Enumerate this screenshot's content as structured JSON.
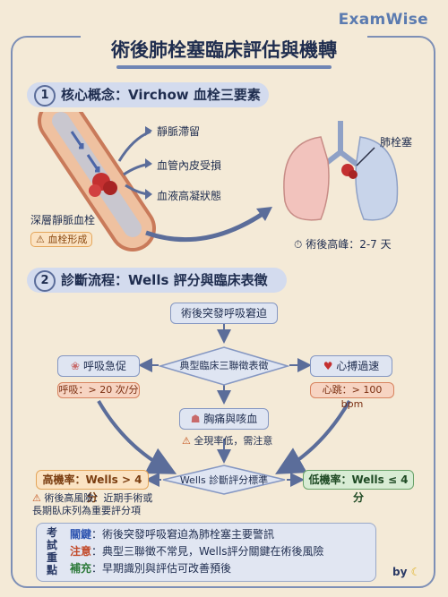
{
  "brand": "ExamWise",
  "title": "術後肺栓塞臨床評估與機轉",
  "section1": {
    "num": "1",
    "label": "核心概念：Virchow 血栓三要素"
  },
  "virchow": [
    "靜脈滯留",
    "血管內皮受損",
    "血液高凝狀態"
  ],
  "dvt_label": "深層靜脈血栓",
  "clot_badge": "血栓形成",
  "pe_label": "肺栓塞",
  "peak_label": "術後高峰：2-7 天",
  "section2": {
    "num": "2",
    "label": "診斷流程：Wells 評分與臨床表徵"
  },
  "flow": {
    "start": "術後突發呼吸窘迫",
    "triad": "典型臨床三聯徵表徵",
    "dyspnea": "呼吸急促",
    "dyspnea_val": "呼吸：> 20 次/分",
    "tachy": "心搏過速",
    "tachy_val": "心跳：> 100 bpm",
    "chest": "胸痛與咳血",
    "chest_note": "全現率低，需注意",
    "wells": "Wells 診斷評分標準",
    "high": "高機率：Wells > 4 分",
    "low": "低機率：Wells ≤ 4 分",
    "risk_note_1": "術後高風險：近期手術或",
    "risk_note_2": "長期臥床列為重要評分項"
  },
  "footer": {
    "side": [
      "考",
      "試",
      "重",
      "點"
    ],
    "lines": [
      {
        "key": "關鍵",
        "text": "：術後突發呼吸窘迫為肺栓塞主要警訊"
      },
      {
        "key": "注意",
        "text": "：典型三聯徵不常見，Wells評分關鍵在術後風險"
      },
      {
        "key": "補充",
        "text": "：早期識別與評估可改善預後"
      }
    ],
    "by": "by"
  },
  "colors": {
    "accent": "#6f85b4",
    "clot": "#c43030",
    "warning": "#e4a65b",
    "green": "#6aa36a",
    "paper": "#f4ead7"
  }
}
